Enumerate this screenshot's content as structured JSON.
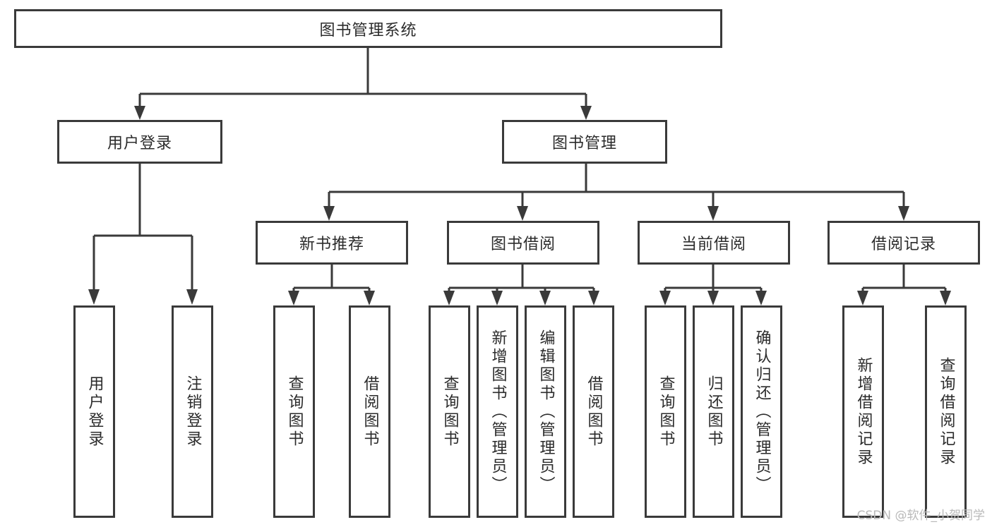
{
  "diagram": {
    "type": "tree",
    "title": "图书管理系统",
    "root": {
      "label": "图书管理系统"
    },
    "level2": [
      {
        "label": "用户登录"
      },
      {
        "label": "图书管理"
      }
    ],
    "level3": [
      {
        "label": "新书推荐"
      },
      {
        "label": "图书借阅"
      },
      {
        "label": "当前借阅"
      },
      {
        "label": "借阅记录"
      }
    ],
    "leaves": {
      "user_login": [
        {
          "label": "用户登录"
        },
        {
          "label": "注销登录"
        }
      ],
      "new_book_recommend": [
        {
          "label": "查询图书"
        },
        {
          "label": "借阅图书"
        }
      ],
      "book_borrow": [
        {
          "label": "查询图书"
        },
        {
          "label": "新增图书（管理员）"
        },
        {
          "label": "编辑图书（管理员）"
        },
        {
          "label": "借阅图书"
        }
      ],
      "current_borrow": [
        {
          "label": "查询图书"
        },
        {
          "label": "归还图书"
        },
        {
          "label": "确认归还（管理员）"
        }
      ],
      "borrow_record": [
        {
          "label": "新增借阅记录"
        },
        {
          "label": "查询借阅记录"
        }
      ]
    },
    "colors": {
      "box_stroke": "#3a3a3a",
      "box_fill": "#ffffff",
      "text": "#2b2b2b",
      "connector": "#3a3a3a",
      "watermark": "#b9b9b9",
      "background": "#ffffff"
    }
  },
  "watermark": {
    "text": "CSDN @软件_小贺同学"
  }
}
